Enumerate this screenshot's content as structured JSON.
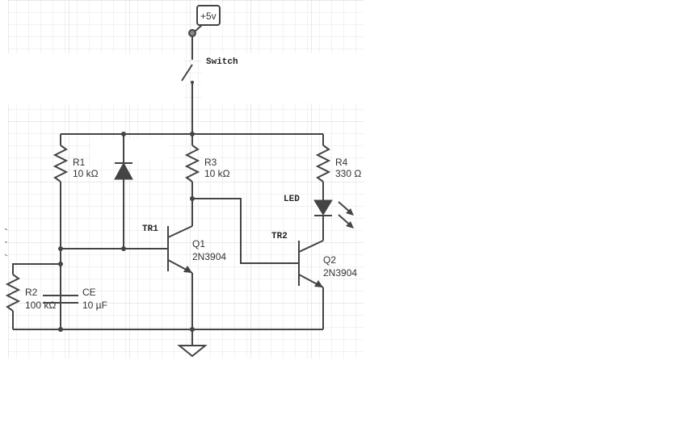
{
  "supply": {
    "label": "+5v"
  },
  "switch": {
    "label": "Switch"
  },
  "resistors": [
    {
      "id": "R1",
      "value": "10 kΩ"
    },
    {
      "id": "R2",
      "value": "100 kΩ"
    },
    {
      "id": "R3",
      "value": "10 kΩ"
    },
    {
      "id": "R4",
      "value": "330 Ω"
    }
  ],
  "capacitor": {
    "id": "CE",
    "value": "10 µF"
  },
  "transistors": [
    {
      "id": "Q1",
      "model": "2N3904",
      "tag": "TR1"
    },
    {
      "id": "Q2",
      "model": "2N3904",
      "tag": "TR2"
    }
  ],
  "led": {
    "label": "LED"
  },
  "colors": {
    "wire": "#444444",
    "grid": "#e4e4e4",
    "grid_major": "#d4d4d4",
    "led_fill": "#444444"
  }
}
